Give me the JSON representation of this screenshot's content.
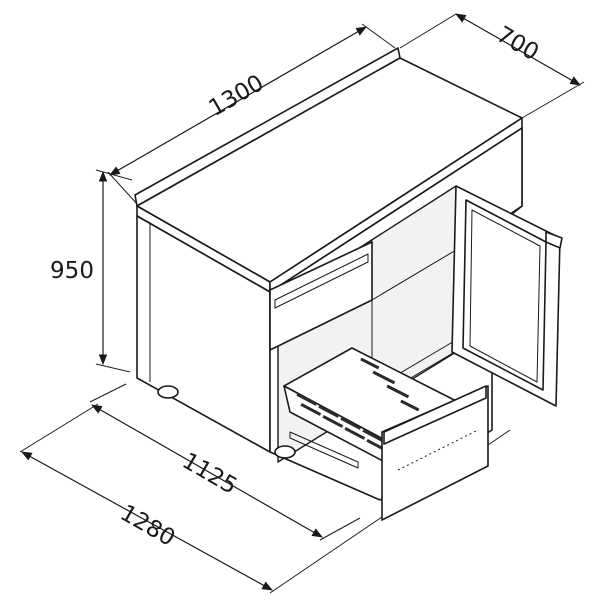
{
  "figure": {
    "subject": "refrigerated counter with drawer and glass door",
    "dimensions": {
      "top_width": "1300",
      "depth": "700",
      "height": "950",
      "inner_length": "1125",
      "base_length": "1280"
    }
  }
}
